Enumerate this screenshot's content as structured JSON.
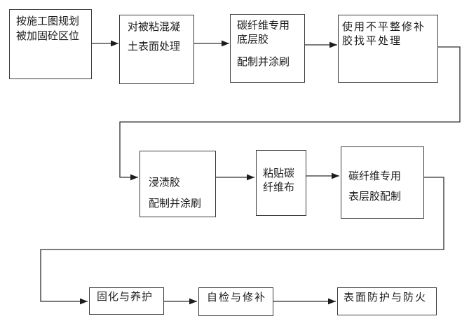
{
  "diagram": {
    "type": "flowchart",
    "language": "zh-CN",
    "background_color": "#ffffff",
    "line_color": "#2e2e2e",
    "box_border_color": "#3c3c3c",
    "text_color": "#1a1a1a"
  },
  "nodes": [
    {
      "id": "n1",
      "lines": [
        "按施工图规划",
        "被加固砼区位"
      ]
    },
    {
      "id": "n2",
      "lines": [
        "对被粘混凝",
        "土表面处理"
      ]
    },
    {
      "id": "n3",
      "lines": [
        "碳纤维专用",
        "底层胶",
        "配制并涂刷"
      ]
    },
    {
      "id": "n4",
      "lines": [
        "使用不平整修补",
        "胶找平处理"
      ]
    },
    {
      "id": "n5",
      "lines": [
        "浸渍胶",
        "配制并涂刷"
      ]
    },
    {
      "id": "n6",
      "lines": [
        "粘贴碳",
        "纤维布"
      ]
    },
    {
      "id": "n7",
      "lines": [
        "碳纤维专用",
        "表层胶配制"
      ]
    },
    {
      "id": "n8",
      "lines": [
        "固化与养护"
      ]
    },
    {
      "id": "n9",
      "lines": [
        "自检与修补"
      ]
    },
    {
      "id": "n10",
      "lines": [
        "表面防护与防火"
      ]
    }
  ],
  "edges": [
    {
      "from": "n1",
      "to": "n2",
      "style": "straight-arrow"
    },
    {
      "from": "n2",
      "to": "n3",
      "style": "straight-arrow"
    },
    {
      "from": "n3",
      "to": "n4",
      "style": "straight-arrow"
    },
    {
      "from": "n4",
      "to": "n5",
      "style": "elbow-arrow"
    },
    {
      "from": "n5",
      "to": "n6",
      "style": "straight-arrow"
    },
    {
      "from": "n6",
      "to": "n7",
      "style": "straight-arrow"
    },
    {
      "from": "n7",
      "to": "n8",
      "style": "elbow-arrow"
    },
    {
      "from": "n8",
      "to": "n9",
      "style": "straight-arrow"
    },
    {
      "from": "n9",
      "to": "n10",
      "style": "straight-arrow"
    }
  ]
}
